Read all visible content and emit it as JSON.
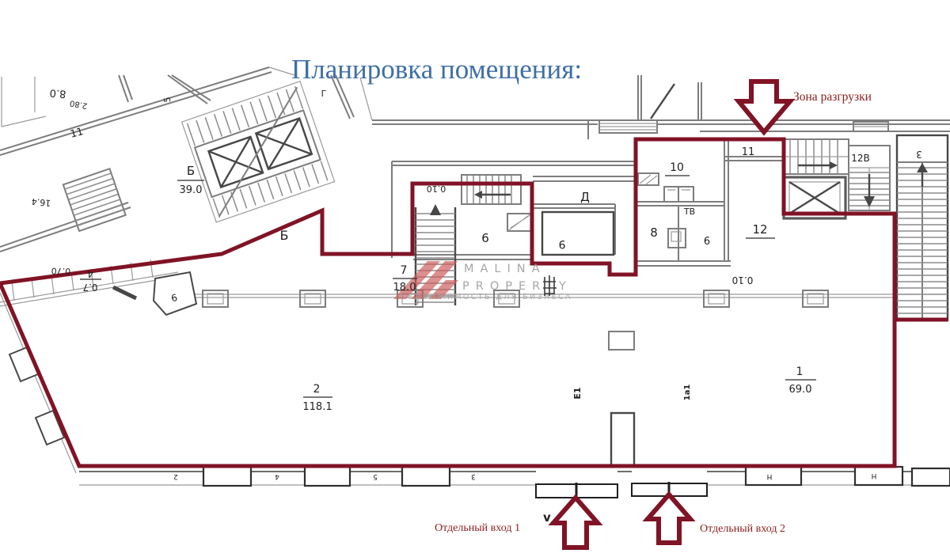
{
  "title": {
    "text": "Планировка помещения:"
  },
  "legend": {
    "unloading_zone": "Зона разгрузки",
    "entrance_1": "Отдельный вход 1",
    "entrance_2": "Отдельный вход 2",
    "v_mark": "v"
  },
  "watermark": {
    "brand_top": "MALINA",
    "brand_bottom": "PROPERTY",
    "tagline": "НЕДВИЖИМОСТЬ ДЛЯ БИЗНЕСА"
  },
  "colors": {
    "boundary_red": "#801325",
    "annotation_red": "#8e1d1d",
    "title_blue": "#3e6fa5",
    "wall_gray": "#7d7d7d",
    "wall_dark": "#474747",
    "watermark_gray": "#979797",
    "logo_rose": "#cd5c5c"
  },
  "plan_labels": {
    "bu_num": "Б",
    "bu_area": "39.0",
    "r7_num": "7",
    "r7_area": "18.0",
    "r2_num": "2",
    "r2_area": "118.1",
    "r1_num": "1",
    "r1_area": "69.0",
    "r4_num": "4",
    "r4_area": "0.7",
    "sec_b": "Б",
    "r6": "6",
    "rd": "Д",
    "re": "9",
    "r8": "8",
    "r9": "9",
    "r10": "10",
    "r11": "11",
    "r12": "12",
    "r12v": "12В",
    "r3": "3",
    "r11tl": "11",
    "a80": "8.0",
    "a280": "2.80",
    "a164": "16.4",
    "a5": "5",
    "a070": "0.70",
    "a010": "0.10",
    "a010b": "0.10",
    "g": "Г",
    "p9": "9",
    "e1": "Е1",
    "a1": "1а1",
    "tv": "ТВ",
    "w2": "2",
    "w4": "4",
    "w5": "5",
    "w3": "3",
    "wn1": "Н",
    "wn2": "Н"
  }
}
